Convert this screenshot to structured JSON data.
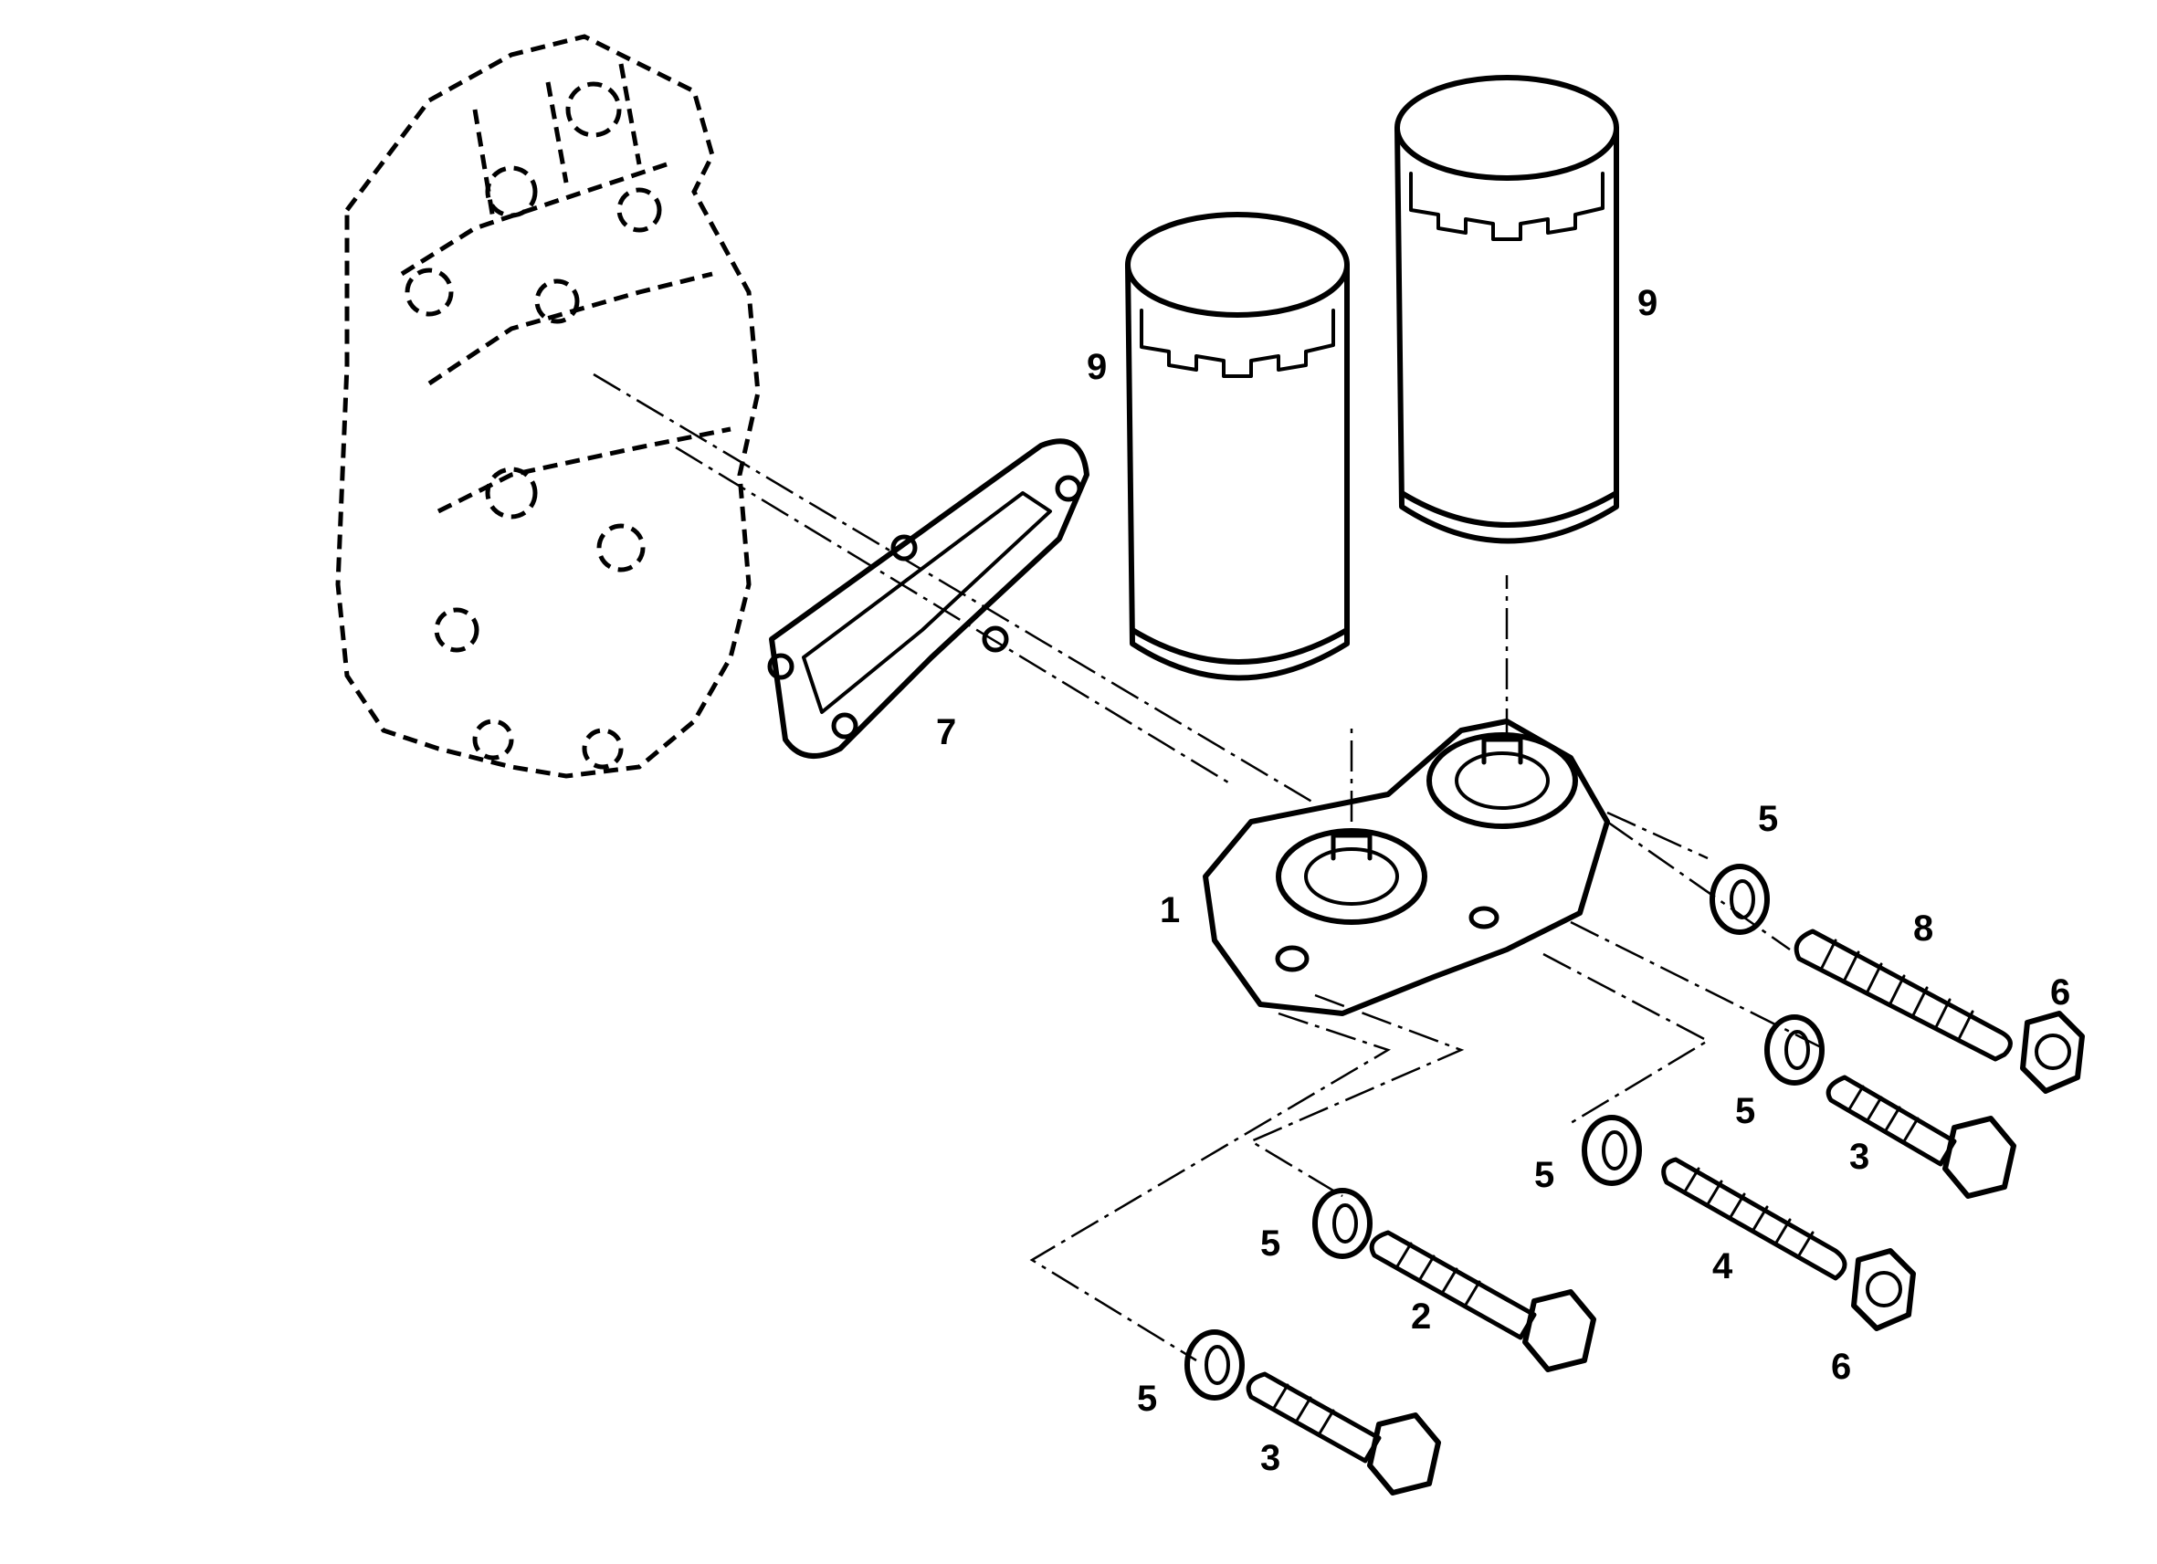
{
  "diagram": {
    "callouts": {
      "c1": "1",
      "c2": "2",
      "c3a": "3",
      "c3b": "3",
      "c4": "4",
      "c5a": "5",
      "c5b": "5",
      "c5c": "5",
      "c5d": "5",
      "c5e": "5",
      "c6a": "6",
      "c6b": "6",
      "c7": "7",
      "c8": "8",
      "c9a": "9",
      "c9b": "9"
    }
  }
}
